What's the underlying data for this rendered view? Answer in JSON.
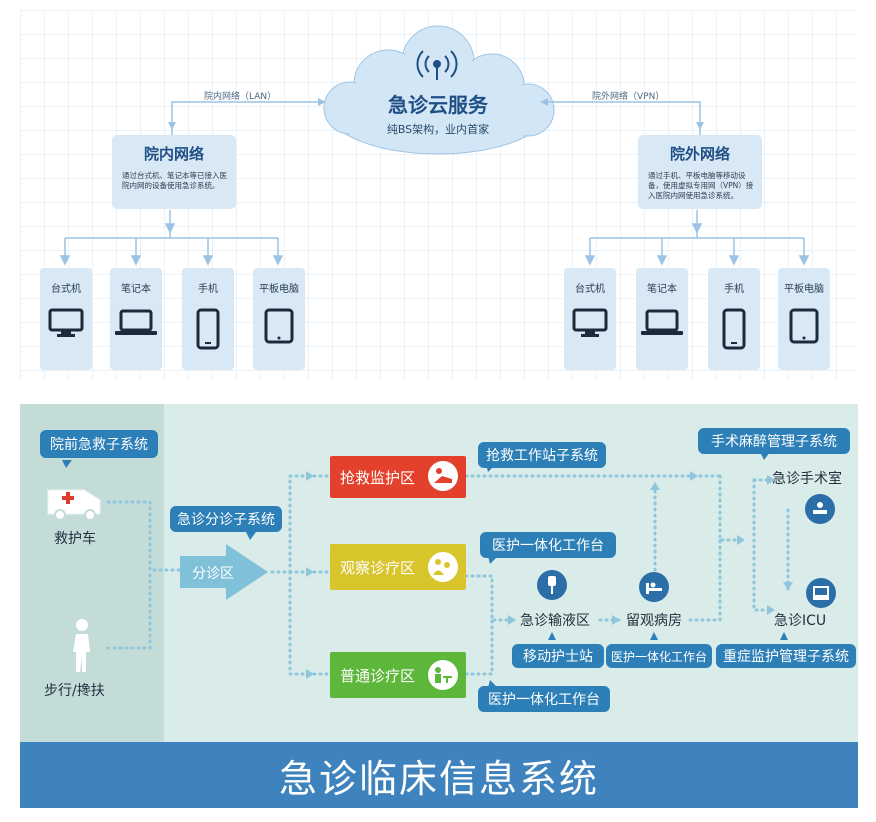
{
  "cloud": {
    "title": "急诊云服务",
    "subtitle": "纯BS架构，业内首家"
  },
  "links": {
    "lan": "院内网络（LAN）",
    "vpn": "院外网络（VPN）"
  },
  "intranet": {
    "title": "院内网络",
    "desc": "通过台式机、笔记本等已接入医院内网的设备使用急诊系统。",
    "devices": [
      "台式机",
      "笔记本",
      "手机",
      "平板电脑"
    ]
  },
  "extranet": {
    "title": "院外网络",
    "desc": "通过手机、平板电脑等移动设备，使用虚拟专用网（VPN）接入医院内网使用急诊系统。",
    "devices": [
      "台式机",
      "笔记本",
      "手机",
      "平板电脑"
    ]
  },
  "flow": {
    "prehospital": "院前急救子系统",
    "ambulance": "救护车",
    "walk": "步行/搀扶",
    "triage_sys": "急诊分诊子系统",
    "triage_zone": "分诊区",
    "rescue_zone": "抢救监护区",
    "observe_zone": "观察诊疗区",
    "general_zone": "普通诊疗区",
    "rescue_ws": "抢救工作站子系统",
    "integrated_ws_1": "医护一体化工作台",
    "integrated_ws_2": "医护一体化工作台",
    "infusion": "急诊输液区",
    "mobile_nurse": "移动护士站",
    "ward": "留观病房",
    "integrated_ws_3": "医护一体化工作台",
    "anesthesia_sys": "手术麻醉管理子系统",
    "operating_room": "急诊手术室",
    "icu": "急诊ICU",
    "icu_sys": "重症监护管理子系统"
  },
  "footer_title": "急诊临床信息系统",
  "colors": {
    "rescue": "#e3412b",
    "observe": "#d8c52c",
    "general": "#5cb73a",
    "bubble": "#2c7fb7",
    "footer": "#3f83be"
  }
}
